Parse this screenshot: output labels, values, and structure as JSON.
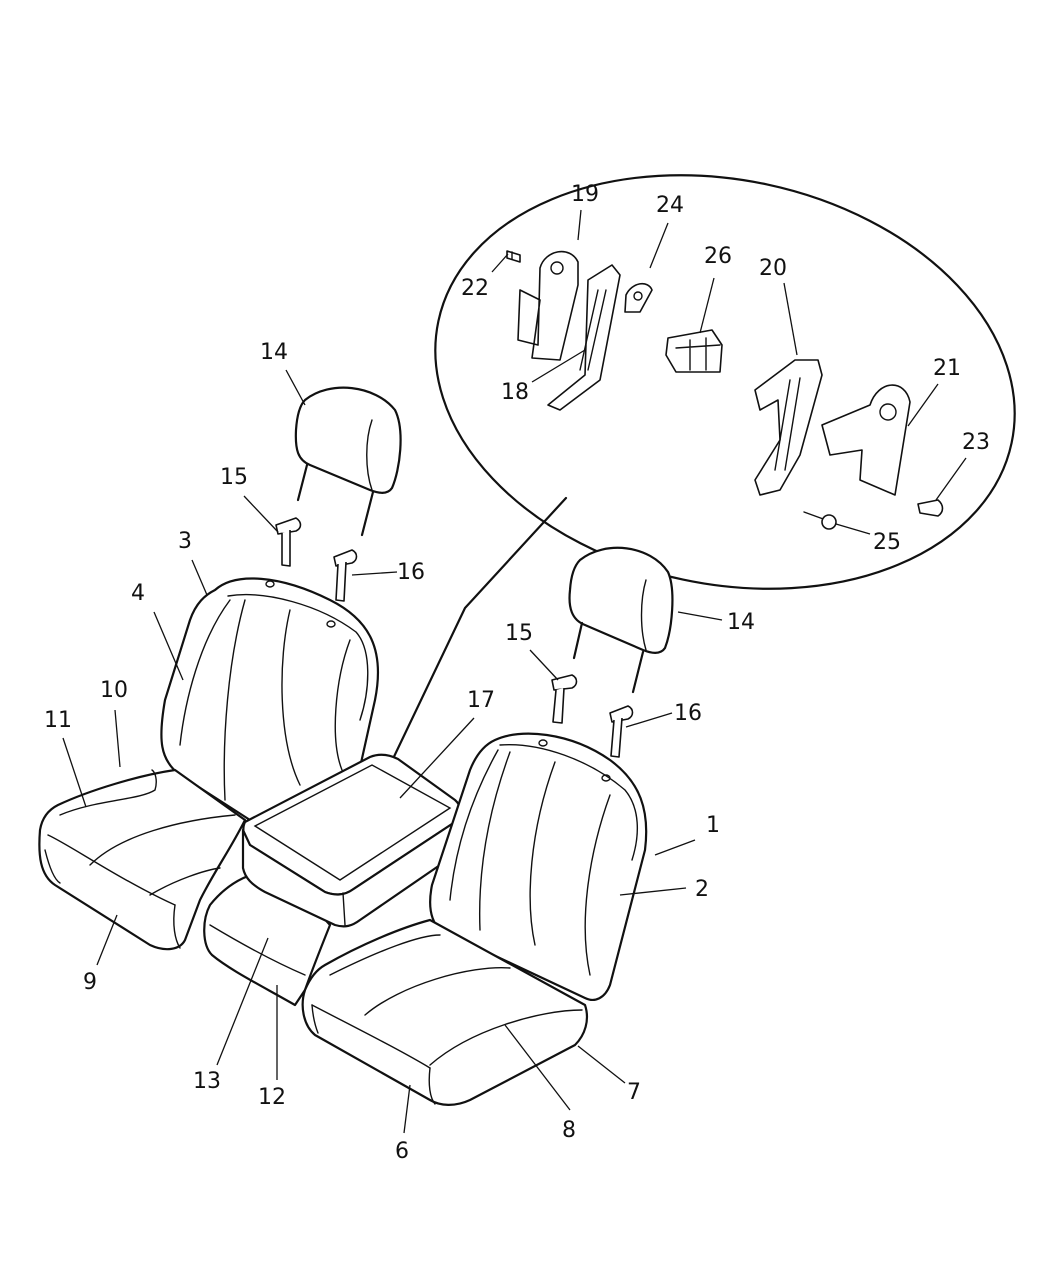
{
  "callouts": {
    "c1": "1",
    "c2": "2",
    "c3": "3",
    "c4": "4",
    "c6": "6",
    "c7": "7",
    "c8": "8",
    "c9": "9",
    "c10": "10",
    "c11": "11",
    "c12": "12",
    "c13": "13",
    "c14a": "14",
    "c14b": "14",
    "c15a": "15",
    "c15b": "15",
    "c16a": "16",
    "c16b": "16",
    "c17": "17",
    "c18": "18",
    "c19": "19",
    "c20": "20",
    "c21": "21",
    "c22": "22",
    "c23": "23",
    "c24": "24",
    "c25": "25",
    "c26": "26"
  }
}
